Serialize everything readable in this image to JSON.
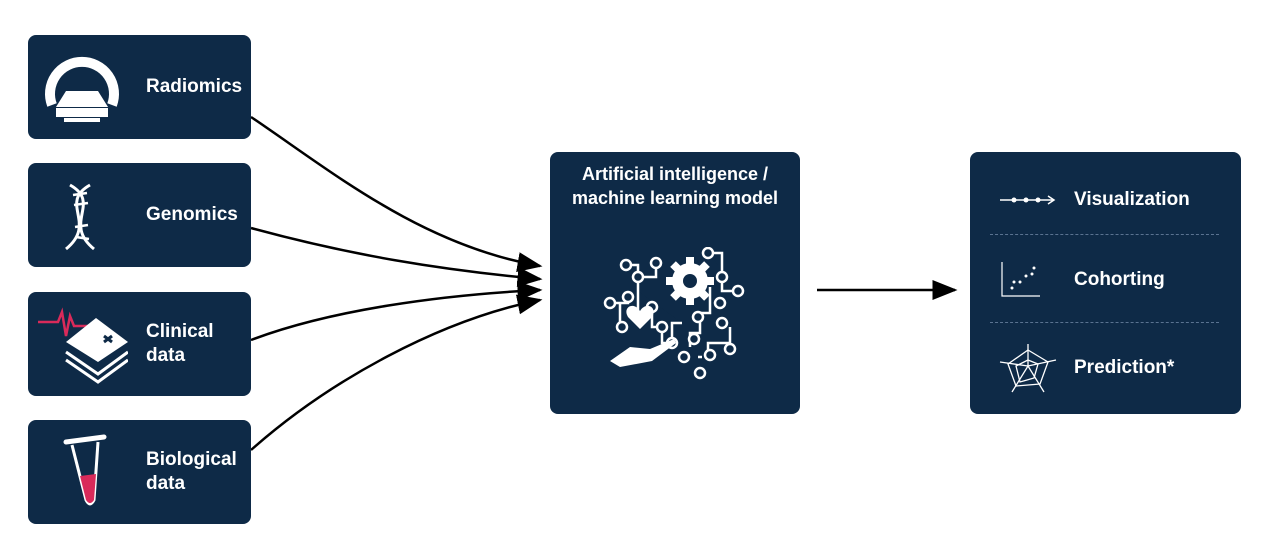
{
  "inputs": [
    {
      "label": "Radiomics",
      "icon": "mri-scanner-icon"
    },
    {
      "label": "Genomics",
      "icon": "dna-icon"
    },
    {
      "label": "Clinical data",
      "icon": "clinical-records-icon"
    },
    {
      "label": "Biological data",
      "icon": "test-tube-icon"
    }
  ],
  "model": {
    "title": "Artificial intelligence / machine learning model",
    "icon": "ai-circuit-gear-heart-icon"
  },
  "outputs": [
    {
      "label": "Visualization",
      "icon": "timeline-icon"
    },
    {
      "label": "Cohorting",
      "icon": "scatter-plot-icon"
    },
    {
      "label": "Prediction*",
      "icon": "radar-chart-icon"
    }
  ],
  "colors": {
    "box": "#0e2a47",
    "accent": "#d92a5a",
    "text": "#ffffff"
  }
}
